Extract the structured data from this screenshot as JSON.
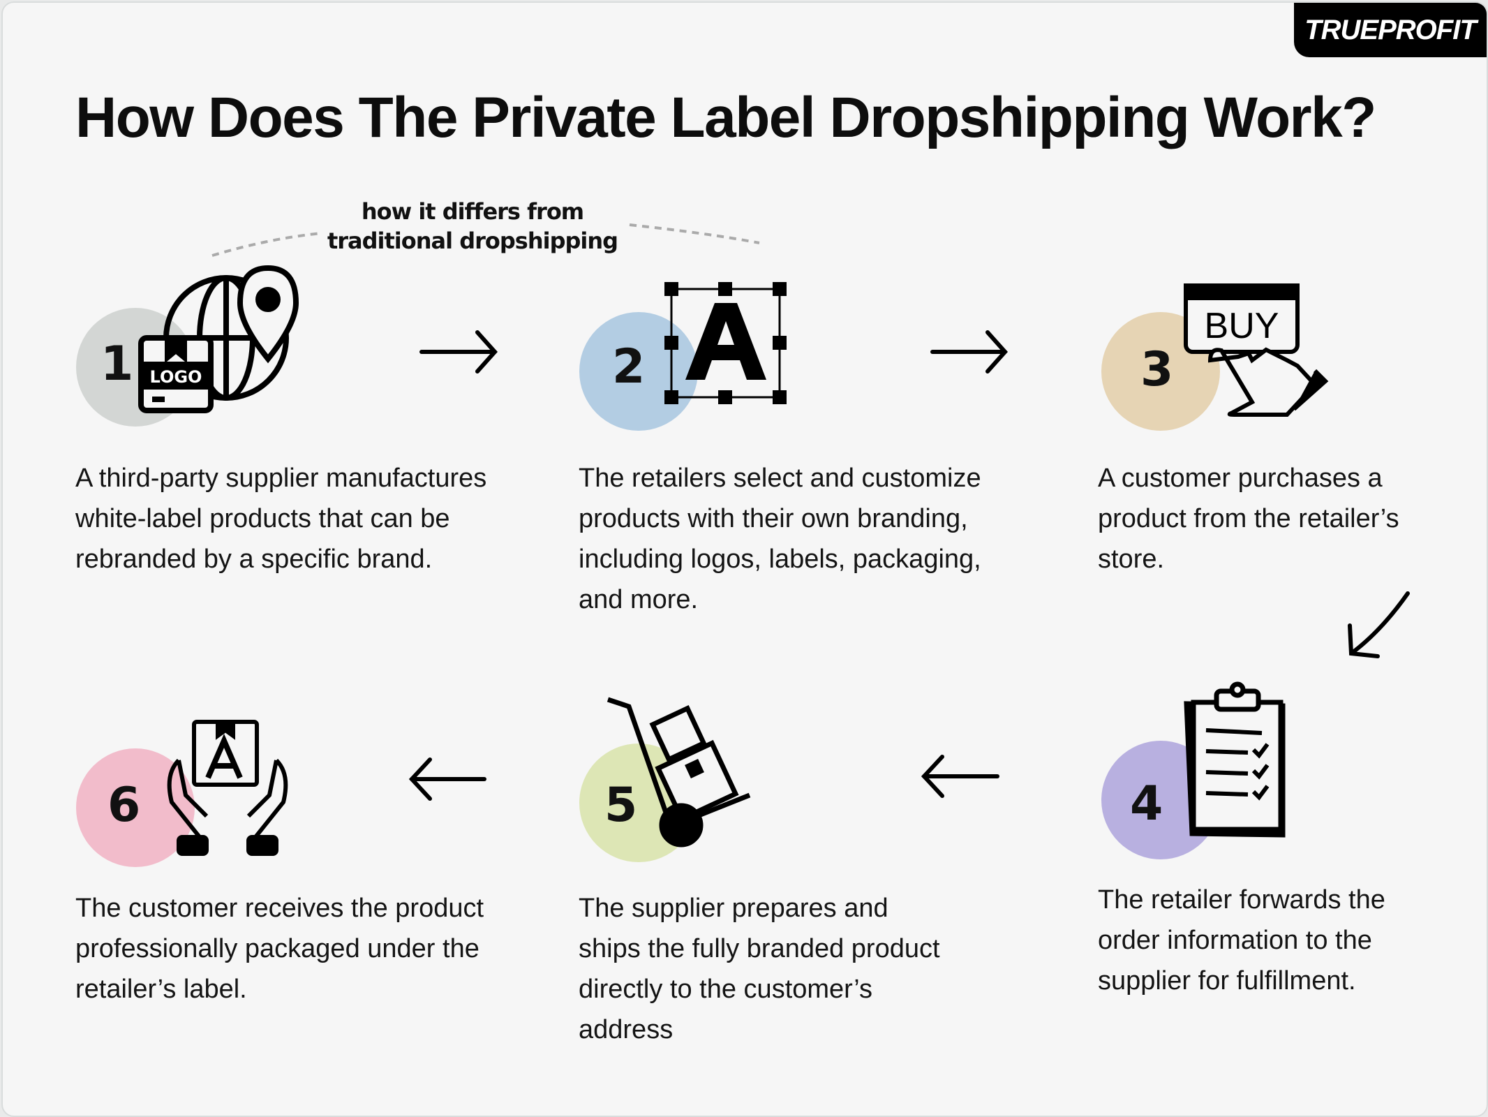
{
  "brand": {
    "logo_text": "TRUEPROFIT"
  },
  "title": "How Does The Private Label Dropshipping Work?",
  "annotation": {
    "line1": "how it differs from",
    "line2": "traditional dropshipping"
  },
  "steps": [
    {
      "number": "1",
      "icon": "globe-logo-box-icon",
      "color": "#d3d6d4",
      "text": "A third-party supplier manufactures white-label products that can be rebranded by a specific brand.",
      "icon_label": "LOGO"
    },
    {
      "number": "2",
      "icon": "letter-a-selection-icon",
      "color": "#b3cde3",
      "text": "The retailers select and customize products with their own branding, including logos, labels, packaging, and more."
    },
    {
      "number": "3",
      "icon": "buy-click-icon",
      "color": "#e6d4b4",
      "text": "A customer purchases a product from the retailer’s store.",
      "icon_label": "BUY"
    },
    {
      "number": "4",
      "icon": "clipboard-checklist-icon",
      "color": "#b8b0e0",
      "text": "The retailer forwards the order information to the supplier for fulfillment."
    },
    {
      "number": "5",
      "icon": "hand-truck-boxes-icon",
      "color": "#dde6b5",
      "text": "The supplier prepares and ships the fully branded product directly to the customer’s address"
    },
    {
      "number": "6",
      "icon": "hands-receiving-box-icon",
      "color": "#f2bccb",
      "text": "The customer receives the product professionally packaged under the retailer’s label."
    }
  ],
  "colors": {
    "background": "#f6f6f6",
    "text": "#111111",
    "logo_accent": "#2fc28b"
  }
}
